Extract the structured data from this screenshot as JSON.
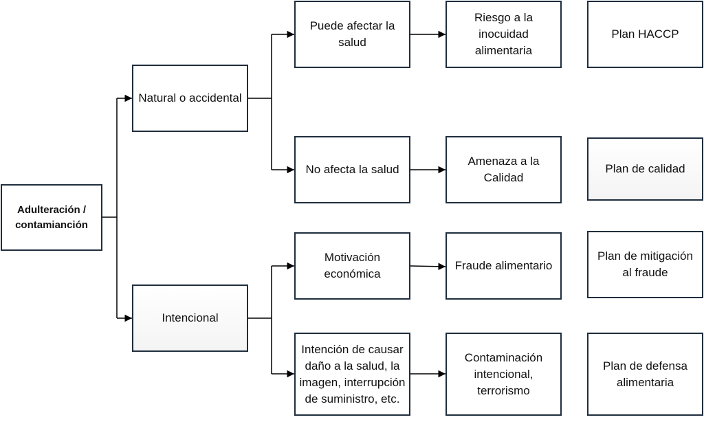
{
  "nodes": {
    "root": "Adulteración / contamianción",
    "natural": "Natural o accidental",
    "intencional": "Intencional",
    "puede_afectar": "Puede afectar la salud",
    "no_afecta": "No afecta la salud",
    "motivacion": "Motivación económica",
    "intencion": "Intención de causar daño a la salud, la imagen, interrupción de suministro, etc.",
    "riesgo": "Riesgo a la inocuidad alimentaria",
    "amenaza": "Amenaza a la Calidad",
    "fraude": "Fraude alimentario",
    "contaminacion": "Contaminación intencional, terrorismo",
    "plan_haccp": "Plan HACCP",
    "plan_calidad": "Plan de calidad",
    "plan_mitigacion": "Plan de mitigación al fraude",
    "plan_defensa": "Plan de defensa alimentaria"
  },
  "colors": {
    "border": "#1f2d3d",
    "connector": "#000000"
  }
}
